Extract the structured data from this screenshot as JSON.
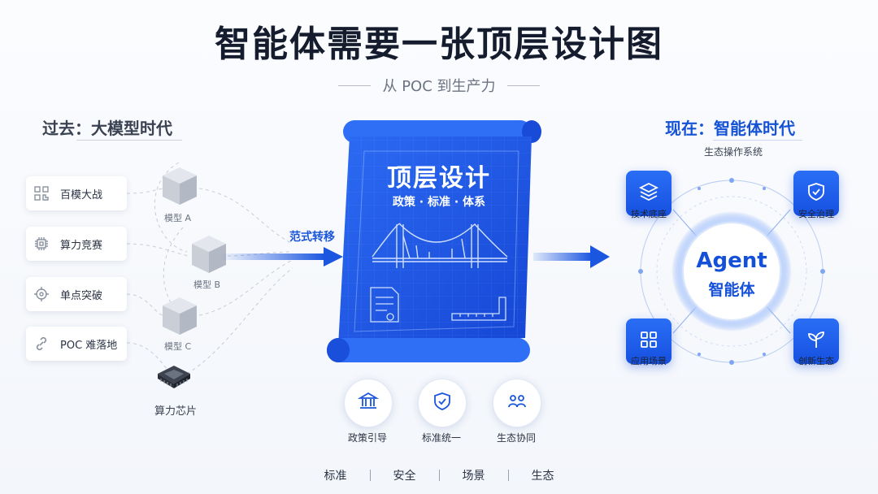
{
  "title": "智能体需要一张顶层设计图",
  "subtitle": "从 POC 到生产力",
  "left_section": {
    "heading": "过去：大模型时代",
    "items": [
      {
        "label": "百模大战",
        "icon": "qr-grid-icon"
      },
      {
        "label": "算力竞赛",
        "icon": "chip-icon"
      },
      {
        "label": "单点突破",
        "icon": "target-icon"
      },
      {
        "label": "POC 难落地",
        "icon": "link-icon"
      }
    ],
    "models": [
      "模型 A",
      "模型 B",
      "模型 C"
    ],
    "chip_label": "算力芯片"
  },
  "transition": {
    "label": "范式转移"
  },
  "blueprint": {
    "title": "顶层设计",
    "subtitle": "政策 · 标准 · 体系"
  },
  "features": [
    {
      "label": "政策引导",
      "icon": "government-building-icon"
    },
    {
      "label": "标准统一",
      "icon": "shield-check-icon"
    },
    {
      "label": "生态协同",
      "icon": "people-icon"
    }
  ],
  "right_section": {
    "heading": "现在：智能体时代",
    "subheading": "生态操作系统",
    "center_title": "Agent",
    "center_subtitle": "智能体",
    "nodes": [
      {
        "label": "技术底座",
        "icon": "layers-icon"
      },
      {
        "label": "安全治理",
        "icon": "shield-check-icon"
      },
      {
        "label": "应用场景",
        "icon": "apps-grid-icon"
      },
      {
        "label": "创新生态",
        "icon": "sprout-icon"
      }
    ]
  },
  "footer": [
    "标准",
    "安全",
    "场景",
    "生态"
  ],
  "colors": {
    "primary": "#1a56e0",
    "heading": "#141c2e",
    "muted": "#6b7382"
  }
}
